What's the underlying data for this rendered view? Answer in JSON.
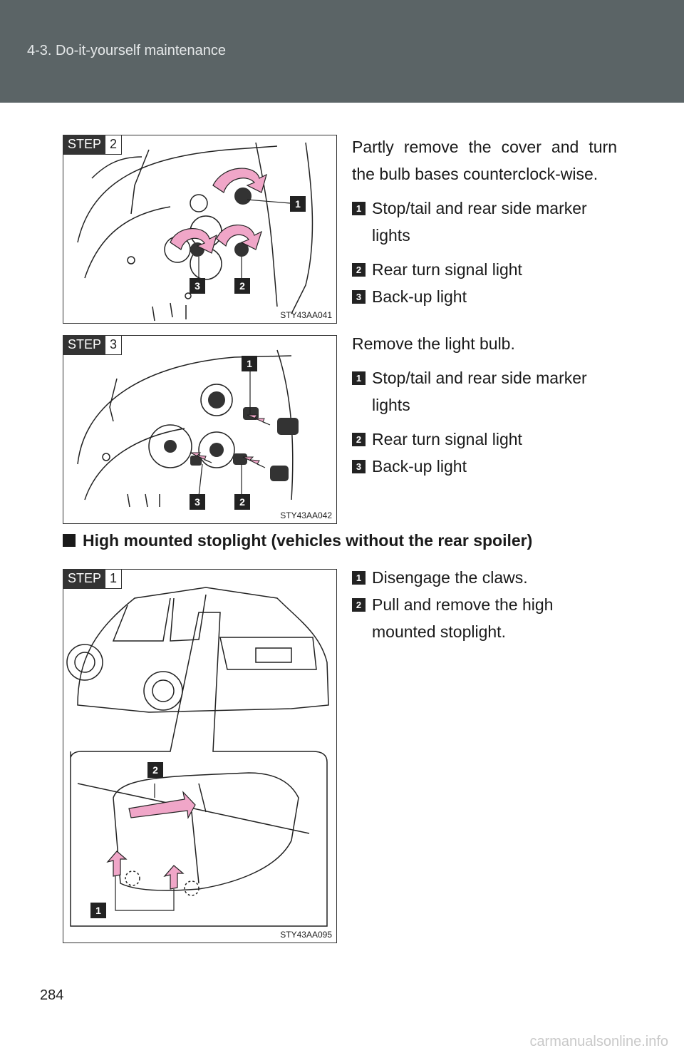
{
  "header": {
    "section": "4-3. Do-it-yourself maintenance"
  },
  "page_number": "284",
  "watermark": "carmanualsonline.info",
  "step2": {
    "step_word": "STEP",
    "step_number": "2",
    "figure_code": "STY43AA041",
    "instruction": "Partly remove the cover and turn the bulb bases counterclock-wise.",
    "items": [
      {
        "badge": "1",
        "text": "Stop/tail and rear side marker lights"
      },
      {
        "badge": "2",
        "text": "Rear turn signal light"
      },
      {
        "badge": "3",
        "text": "Back-up light"
      }
    ],
    "callouts": [
      "1",
      "3",
      "2"
    ]
  },
  "step3": {
    "step_word": "STEP",
    "step_number": "3",
    "figure_code": "STY43AA042",
    "instruction": "Remove the light bulb.",
    "items": [
      {
        "badge": "1",
        "text": "Stop/tail and rear side marker lights"
      },
      {
        "badge": "2",
        "text": "Rear turn signal light"
      },
      {
        "badge": "3",
        "text": "Back-up light"
      }
    ],
    "callouts": [
      "1",
      "3",
      "2"
    ]
  },
  "section": {
    "heading": "High mounted stoplight (vehicles without the rear spoiler)"
  },
  "step1": {
    "step_word": "STEP",
    "step_number": "1",
    "figure_code": "STY43AA095",
    "items": [
      {
        "badge": "1",
        "text": "Disengage the claws."
      },
      {
        "badge": "2",
        "text": "Pull and remove the high mounted stoplight."
      }
    ],
    "callouts": [
      "2",
      "1"
    ]
  },
  "colors": {
    "header_bg": "#5b6466",
    "arrow_pink": "#f0a6c8"
  }
}
